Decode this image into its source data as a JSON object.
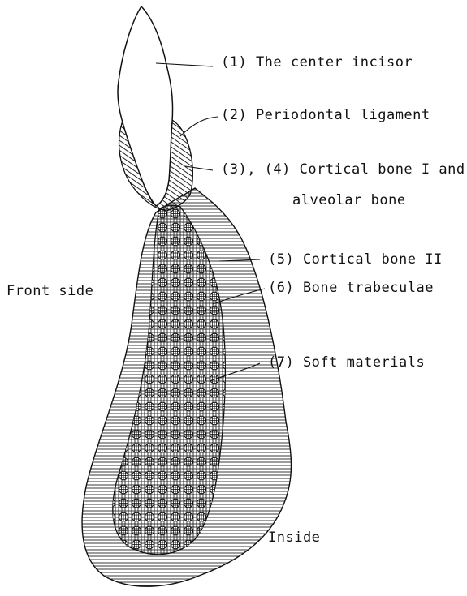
{
  "labels": {
    "incisor": "(1) The center incisor",
    "ligament": "(2) Periodontal ligament",
    "cortical1_line1": "(3), (4) Cortical bone I and",
    "cortical1_line2": "alveolar bone",
    "cortical2": "(5) Cortical bone II",
    "trabeculae": "(6) Bone trabeculae",
    "soft": "(7) Soft materials",
    "front": "Front side",
    "inside": "Inside"
  },
  "colors": {
    "ink": "#111111",
    "paper": "#ffffff"
  }
}
